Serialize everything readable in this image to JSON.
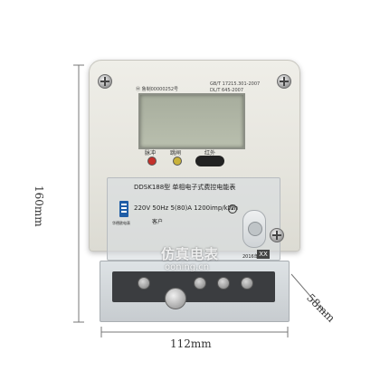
{
  "dimensions": {
    "height": "160mm",
    "width": "112mm",
    "depth": "58mm"
  },
  "meter": {
    "model_label": "DDSK188型  单相电子式费控电能表",
    "cert_text": "鲁制00000252号",
    "standard_1": "GB/T 17215.301-2007",
    "standard_2": "DL/T 645-2007",
    "indicator_pulse": "脉冲",
    "indicator_trip": "跳闸",
    "indicator_ir": "红外",
    "spec_line": "220V  50Hz  5(80)A  1200imp/kWh",
    "account_label": "客户",
    "maker_logo_text": "华德欧电表",
    "year": "2016年",
    "class_mark": "2"
  },
  "watermark": {
    "main": "仿真电表",
    "sub": "ooning.cn",
    "badge": "XX"
  },
  "colors": {
    "accent": "#1f5da6",
    "led_red": "#c4312b",
    "led_yellow": "#c9b23a"
  }
}
